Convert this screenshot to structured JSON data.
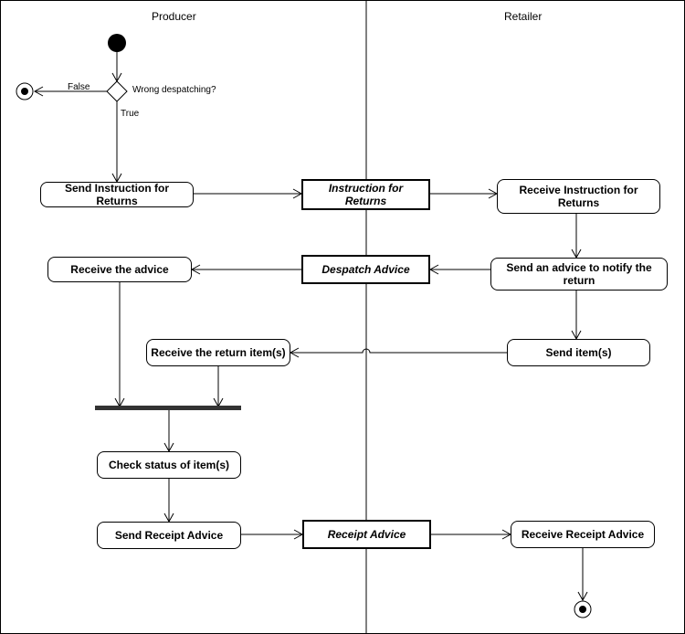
{
  "lanes": {
    "producer": "Producer",
    "retailer": "Retailer"
  },
  "decision": {
    "question": "Wrong despatching?",
    "false_label": "False",
    "true_label": "True"
  },
  "producer_actions": {
    "send_instruction": "Send Instruction for Returns",
    "receive_advice": "Receive the advice",
    "receive_return_items": "Receive the return item(s)",
    "check_status": "Check status of item(s)",
    "send_receipt_advice": "Send Receipt Advice"
  },
  "objects": {
    "instruction_for_returns": "Instruction for Returns",
    "despatch_advice": "Despatch Advice",
    "receipt_advice": "Receipt Advice"
  },
  "retailer_actions": {
    "receive_instruction": "Receive Instruction for Returns",
    "send_advice_notify": "Send an advice to notify the return",
    "send_items": "Send item(s)",
    "receive_receipt_advice": "Receive Receipt Advice"
  },
  "colors": {
    "line": "#000000",
    "background": "#ffffff",
    "sync_bar": "#333333"
  }
}
